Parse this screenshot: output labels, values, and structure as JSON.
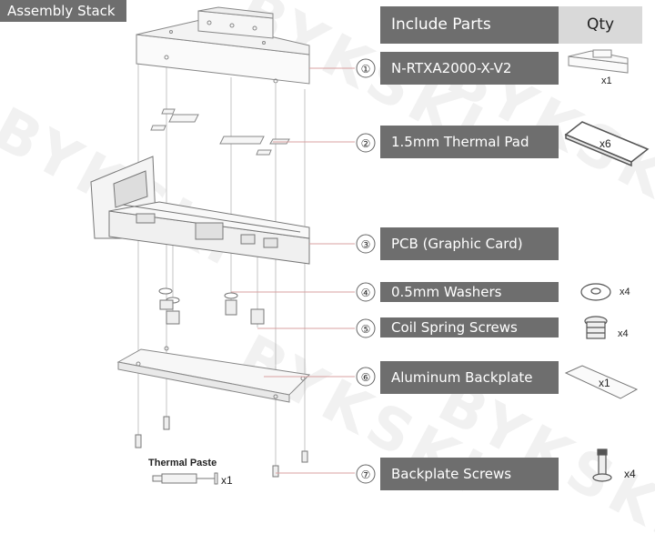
{
  "title": "Assembly Stack",
  "table": {
    "header_parts": "Include Parts",
    "header_qty": "Qty"
  },
  "parts": [
    {
      "num": "①",
      "label": "N-RTXA2000-X-V2",
      "qty": "x1",
      "icon": "waterblock-icon"
    },
    {
      "num": "②",
      "label": "1.5mm Thermal Pad",
      "qty": "x6",
      "icon": "thermal-pad-icon"
    },
    {
      "num": "③",
      "label": "PCB (Graphic Card)",
      "qty": "",
      "icon": ""
    },
    {
      "num": "④",
      "label": "0.5mm Washers",
      "qty": "x4",
      "icon": "washer-icon"
    },
    {
      "num": "⑤",
      "label": "Coil Spring Screws",
      "qty": "x4",
      "icon": "spring-screw-icon"
    },
    {
      "num": "⑥",
      "label": "Aluminum Backplate",
      "qty": "x1",
      "icon": "backplate-icon"
    },
    {
      "num": "⑦",
      "label": "Backplate Screws",
      "qty": "x4",
      "icon": "screw-icon"
    }
  ],
  "thermal_paste": {
    "label": "Thermal Paste",
    "qty": "x1",
    "icon": "syringe-icon"
  },
  "colors": {
    "bar": "#6e6e6e",
    "qty_header": "#d9d9d9",
    "line": "#999999",
    "red_line": "#d9a0a0"
  }
}
